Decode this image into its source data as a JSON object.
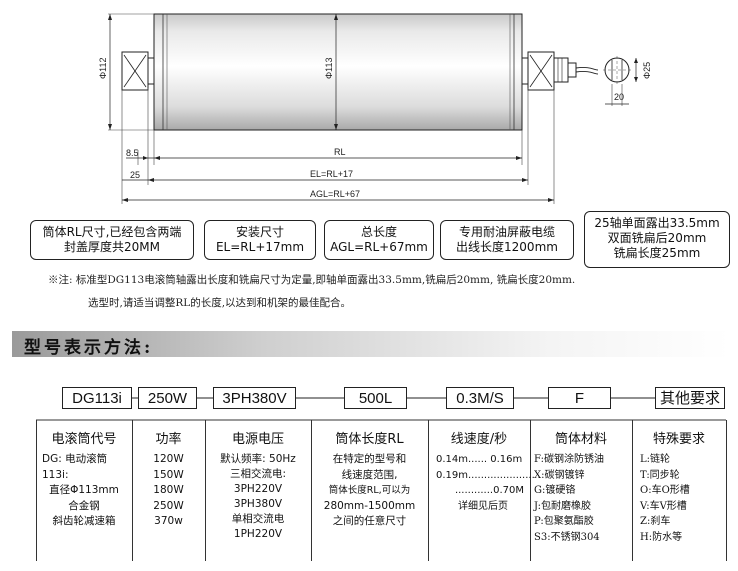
{
  "drawing": {
    "dim_phi112": "Φ112",
    "dim_phi113": "Φ113",
    "dim_phi25": "Φ25",
    "dim_20": "20",
    "dim_8_5": "8.5",
    "dim_25": "25",
    "dim_rl": "RL",
    "dim_el": "EL=RL+17",
    "dim_agl": "AGL=RL+67"
  },
  "callouts": [
    {
      "line1": "筒体RL尺寸,已经包含两端",
      "line2": "封盖厚度共20MM"
    },
    {
      "line1": "安装尺寸",
      "line2": "EL=RL+17mm"
    },
    {
      "line1": "总长度",
      "line2": "AGL=RL+67mm"
    },
    {
      "line1": "专用耐油屏蔽电缆",
      "line2": "出线长度1200mm"
    },
    {
      "line1": "25轴单面露出33.5mm",
      "line2": "双面铣扁后20mm",
      "line3": "铣扁长度25mm"
    }
  ],
  "note": {
    "line1": "※注: 标准型DG113电滚筒轴露出长度和铣扁尺寸为定量,即轴单面露出33.5mm,铣扁后20mm, 铣扁长度20mm.",
    "line2": "选型时,请适当调整RL的长度,以达到和机架的最佳配合。"
  },
  "section": {
    "title": "型号表示方法:"
  },
  "codes": [
    "DG113i",
    "250W",
    "3PH380V",
    "500L",
    "0.3M/S",
    "F",
    "其他要求"
  ],
  "columns": [
    {
      "header": "电滚筒代号",
      "lines": [
        "DG: 电动滚筒",
        "113i:",
        "直径Φ113mm",
        "合金钢",
        "斜齿轮减速箱"
      ]
    },
    {
      "header": "功率",
      "lines": [
        "120W",
        "150W",
        "180W",
        "250W",
        "370w"
      ]
    },
    {
      "header": "电源电压",
      "lines": [
        "默认频率: 50Hz",
        "三相交流电:",
        "3PH220V",
        "3PH380V",
        "单相交流电",
        "1PH220V"
      ]
    },
    {
      "header": "筒体长度RL",
      "lines": [
        "在特定的型号和",
        "线速度范围,",
        "筒体长度RL,可以为",
        "280mm-1500mm",
        "之间的任意尺寸"
      ]
    },
    {
      "header": "线速度/秒",
      "lines": [
        "0.14m...... 0.16m",
        "0.19m.....................",
        "............0.70M",
        "",
        "详细见后页"
      ]
    },
    {
      "header": "筒体材料",
      "lines": [
        "F:碳钢涂防锈油",
        "X:碳钢镀锌",
        "G:镀硬铬",
        "J:包耐磨橡胶",
        "P:包聚氨酯胶",
        "S3:不锈钢304"
      ]
    },
    {
      "header": "特殊要求",
      "lines": [
        "L:链轮",
        "T:同步轮",
        "O:车O形槽",
        "V:车V形槽",
        "Z:刹车",
        "H:防水等"
      ]
    }
  ]
}
